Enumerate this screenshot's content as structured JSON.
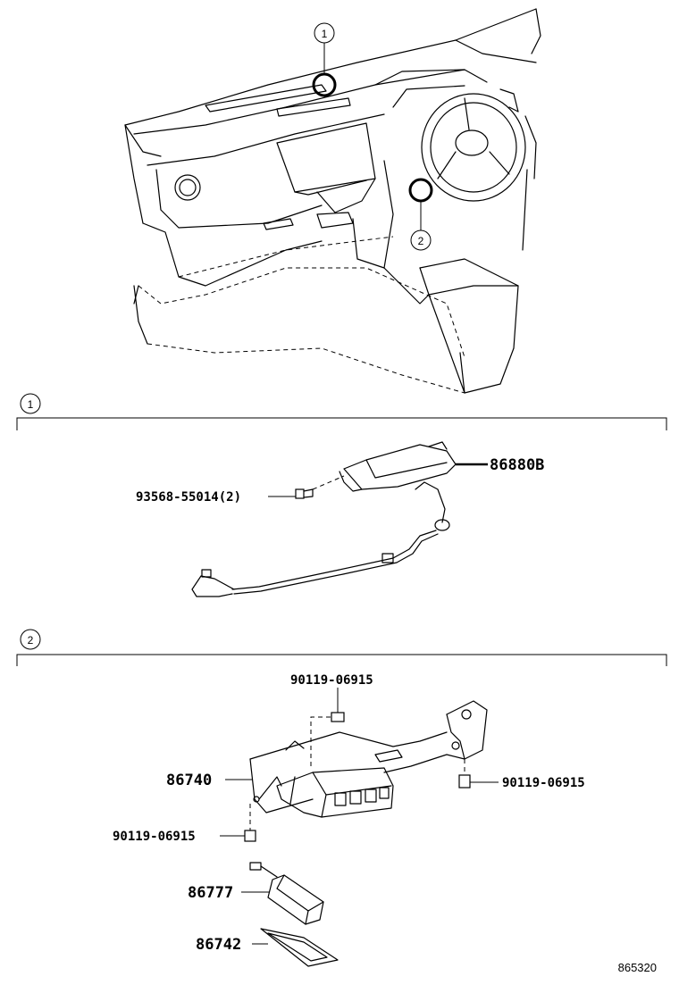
{
  "callouts": {
    "one": "1",
    "two": "2"
  },
  "section1": {
    "marker": "1",
    "parts": {
      "module": "86880B",
      "screw": "93568-55014(2)"
    }
  },
  "section2": {
    "marker": "2",
    "parts": {
      "bolt_top": "90119-06915",
      "ecu": "86740",
      "bolt_right": "90119-06915",
      "bolt_left": "90119-06915",
      "module": "86777",
      "pad": "86742"
    }
  },
  "reference_code": "865320"
}
